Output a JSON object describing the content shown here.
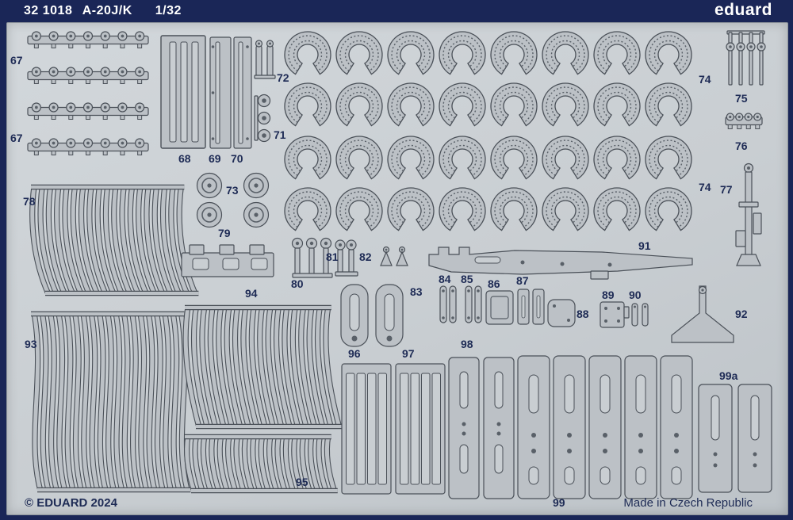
{
  "header": {
    "code": "32 1018",
    "model": "A-20J/K",
    "scale": "1/32",
    "brand": "eduard"
  },
  "footer": {
    "copyright": "© EDUARD 2024",
    "origin": "Made in Czech Republic"
  },
  "colors": {
    "background": "#1a2657",
    "sheet": "#c9ced2",
    "part": "#bcc1c6",
    "edge": "#4a5058",
    "hole": "#596068",
    "label": "#1e2b55",
    "header_text": "#ffffff"
  },
  "labels": [
    {
      "part": "67",
      "text": "67"
    },
    {
      "part": "67",
      "text": "67"
    },
    {
      "part": "68",
      "text": "68"
    },
    {
      "part": "69",
      "text": "69"
    },
    {
      "part": "70",
      "text": "70"
    },
    {
      "part": "71",
      "text": "71"
    },
    {
      "part": "72",
      "text": "72"
    },
    {
      "part": "73",
      "text": "73"
    },
    {
      "part": "74",
      "text": "74"
    },
    {
      "part": "74",
      "text": "74"
    },
    {
      "part": "75",
      "text": "75"
    },
    {
      "part": "76",
      "text": "76"
    },
    {
      "part": "77",
      "text": "77"
    },
    {
      "part": "78",
      "text": "78"
    },
    {
      "part": "79",
      "text": "79"
    },
    {
      "part": "80",
      "text": "80"
    },
    {
      "part": "81",
      "text": "81"
    },
    {
      "part": "82",
      "text": "82"
    },
    {
      "part": "83",
      "text": "83"
    },
    {
      "part": "84",
      "text": "84"
    },
    {
      "part": "85",
      "text": "85"
    },
    {
      "part": "86",
      "text": "86"
    },
    {
      "part": "87",
      "text": "87"
    },
    {
      "part": "88",
      "text": "88"
    },
    {
      "part": "89",
      "text": "89"
    },
    {
      "part": "90",
      "text": "90"
    },
    {
      "part": "91",
      "text": "91"
    },
    {
      "part": "92",
      "text": "92"
    },
    {
      "part": "93",
      "text": "93"
    },
    {
      "part": "94",
      "text": "94"
    },
    {
      "part": "95",
      "text": "95"
    },
    {
      "part": "96",
      "text": "96"
    },
    {
      "part": "97",
      "text": "97"
    },
    {
      "part": "98",
      "text": "98"
    },
    {
      "part": "99",
      "text": "99"
    },
    {
      "part": "99a",
      "text": "99a"
    }
  ]
}
